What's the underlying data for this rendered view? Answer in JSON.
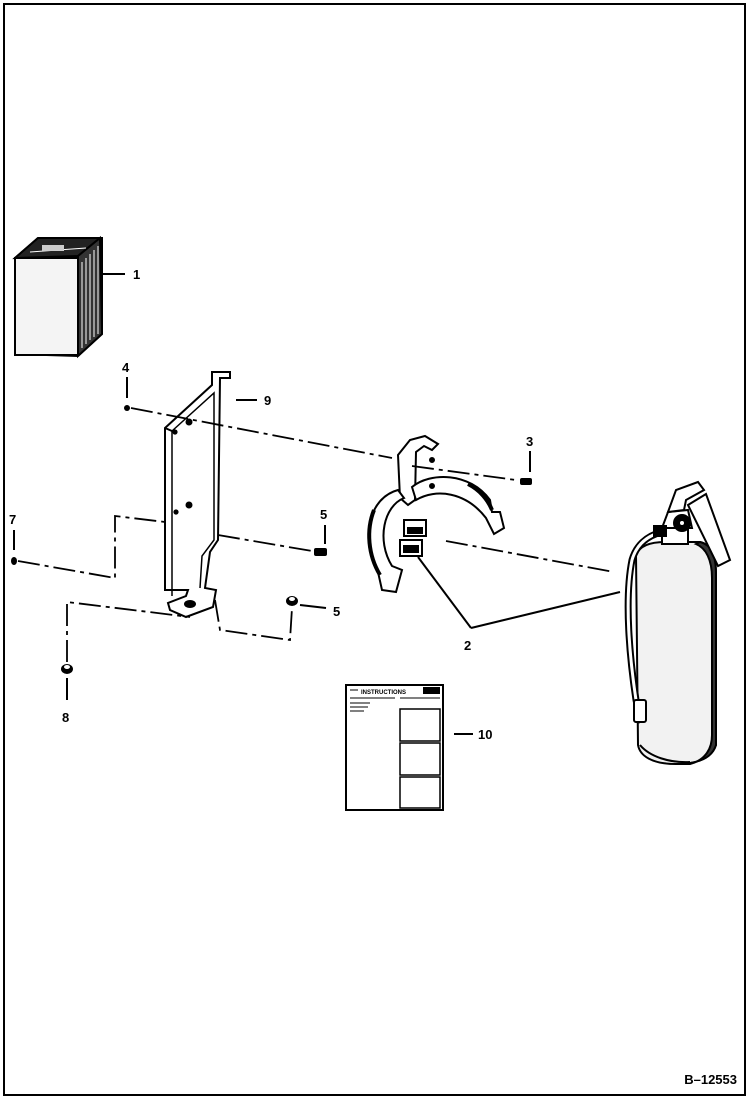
{
  "callouts": {
    "c1": "1",
    "c2": "2",
    "c3": "3",
    "c4": "4",
    "c5": "5",
    "c6": "5",
    "c7": "7",
    "c8": "8",
    "c9": "9",
    "c10": "10"
  },
  "decal": {
    "title": "INSTRUCTIONS"
  },
  "figure_ref": "B–12553"
}
